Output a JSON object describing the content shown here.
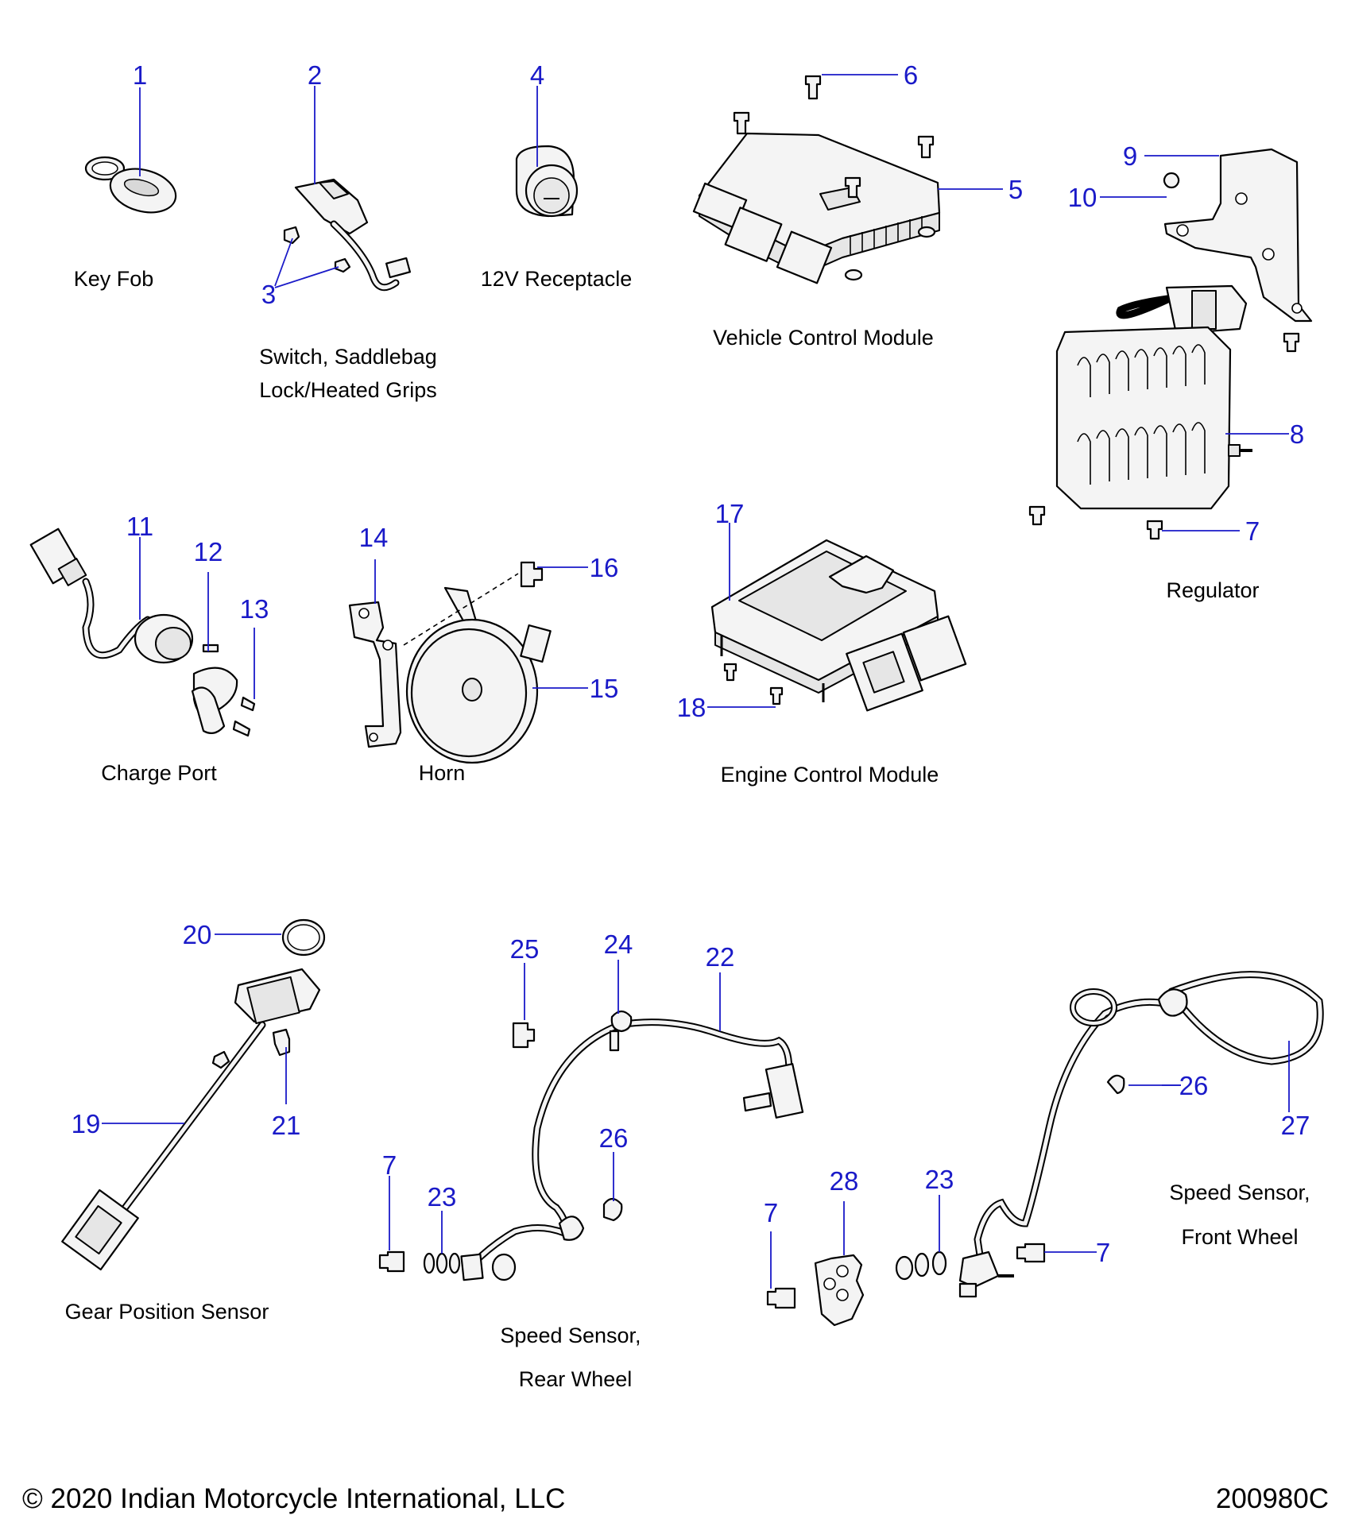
{
  "colors": {
    "callout": "#1a1ac8",
    "text": "#000000",
    "background": "#ffffff"
  },
  "captions": {
    "key_fob": "Key Fob",
    "switch_1": "Switch, Saddlebag",
    "switch_2": "Lock/Heated Grips",
    "receptacle": "12V Receptacle",
    "vcm": "Vehicle Control Module",
    "regulator": "Regulator",
    "charge_port": "Charge Port",
    "horn": "Horn",
    "ecm": "Engine Control Module",
    "gear_sensor": "Gear Position Sensor",
    "rear_speed_1": "Speed Sensor,",
    "rear_speed_2": "Rear Wheel",
    "front_speed_1": "Speed Sensor,",
    "front_speed_2": "Front Wheel"
  },
  "callouts": {
    "c1": "1",
    "c2": "2",
    "c3": "3",
    "c4": "4",
    "c5": "5",
    "c6": "6",
    "c7a": "7",
    "c7b": "7",
    "c7c": "7",
    "c7d": "7",
    "c8": "8",
    "c9": "9",
    "c10": "10",
    "c11": "11",
    "c12": "12",
    "c13": "13",
    "c14": "14",
    "c15": "15",
    "c16": "16",
    "c17": "17",
    "c18": "18",
    "c19": "19",
    "c20": "20",
    "c21": "21",
    "c22": "22",
    "c23a": "23",
    "c23b": "23",
    "c24": "24",
    "c25": "25",
    "c26a": "26",
    "c26b": "26",
    "c27": "27",
    "c28": "28"
  },
  "footer": {
    "copyright": "© 2020 Indian Motorcycle International, LLC",
    "drawing_id": "200980C"
  }
}
